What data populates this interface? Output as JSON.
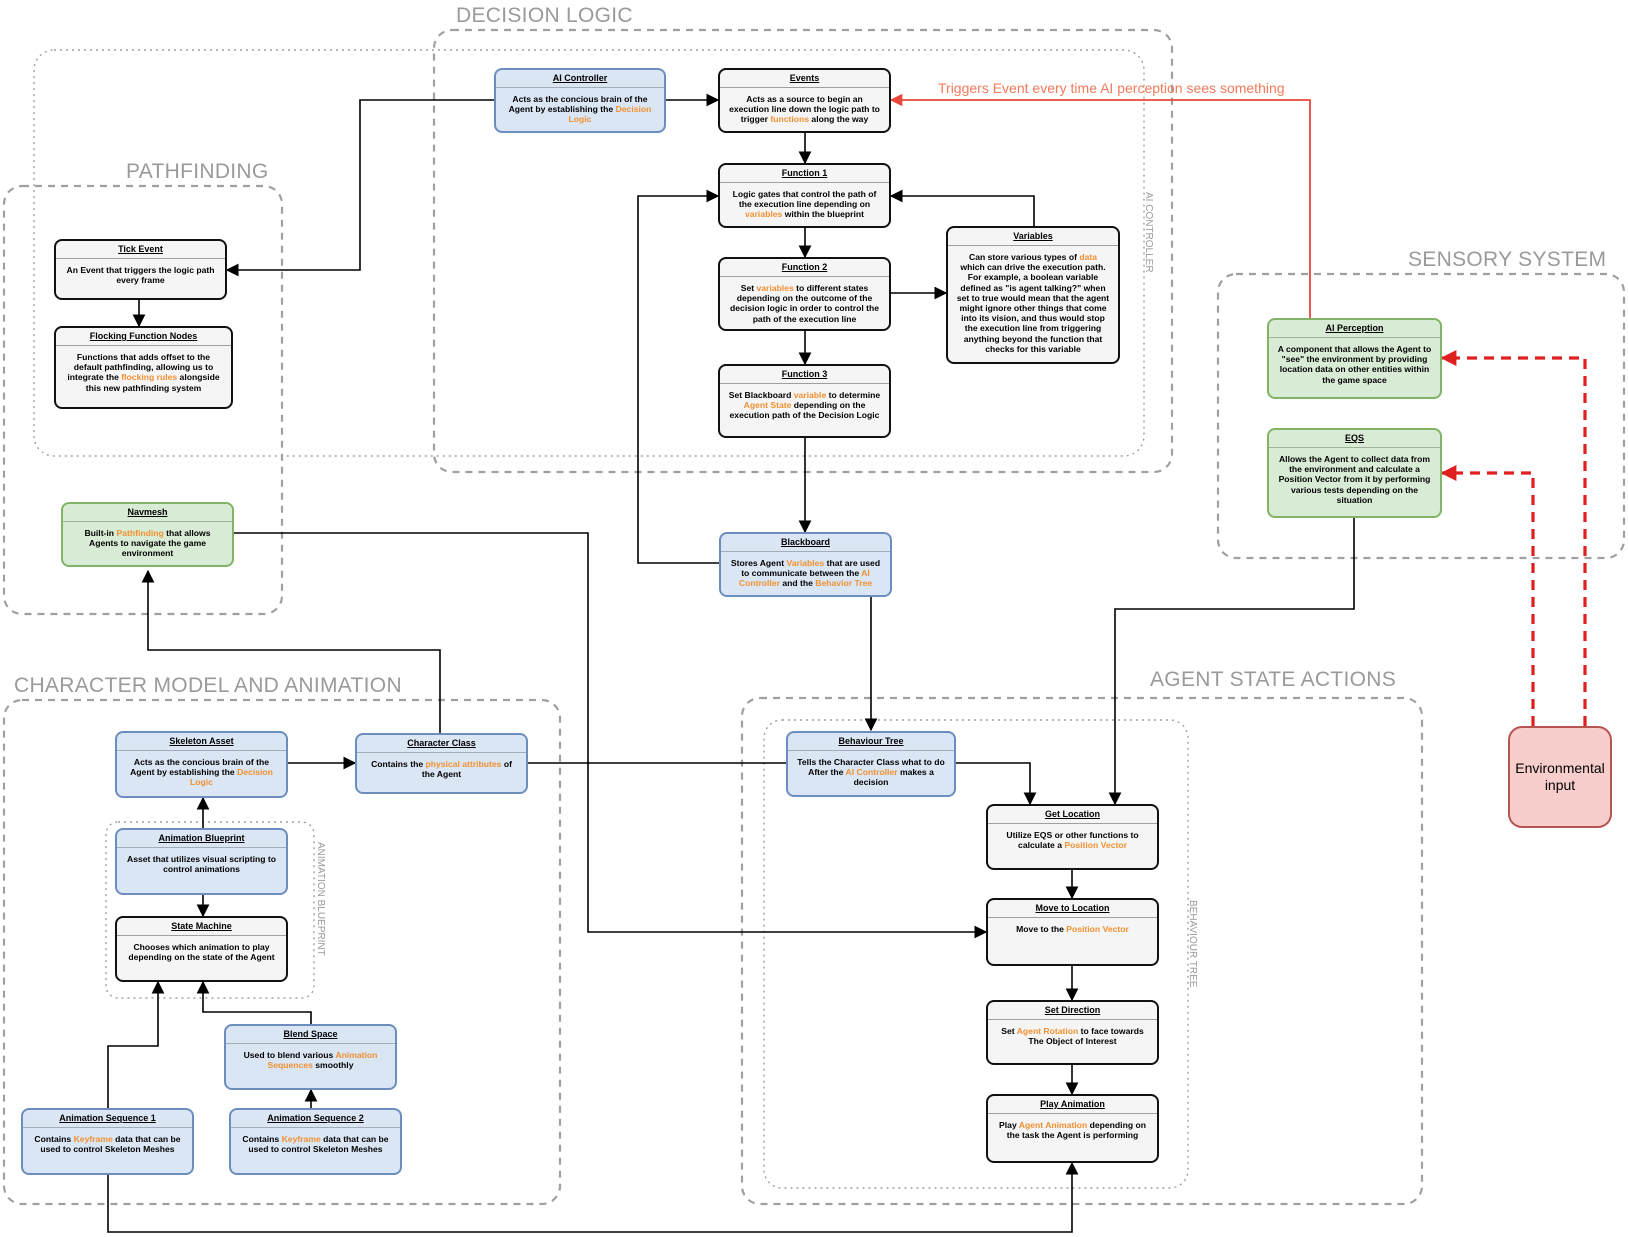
{
  "groups": {
    "decision_logic": "DECISION LOGIC",
    "pathfinding": "PATHFINDING",
    "sensory_system": "SENSORY SYSTEM",
    "character_model": "CHARACTER MODEL AND ANIMATION",
    "agent_state_actions": "AGENT STATE ACTIONS"
  },
  "subgroups": {
    "ai_controller": "AI CONTROLLER",
    "animation_blueprint": "ANIMATION BLUEPRINT",
    "behaviour_tree": "BEHAVIOUR TREE"
  },
  "edge_labels": {
    "perception_trigger": "Triggers Event every time AI perception sees something"
  },
  "nodes": [
    {
      "id": "ai_controller",
      "style": "blue",
      "title": "AI Controller",
      "body": [
        [
          "Acts as the concious brain of the Agent by establishing the ",
          false
        ],
        [
          "Decision Logic",
          true
        ]
      ]
    },
    {
      "id": "events",
      "style": "plain",
      "title": "Events",
      "body": [
        [
          "Acts as a source to begin an execution line down the logic path to trigger ",
          false
        ],
        [
          "functions",
          true
        ],
        [
          " along the way",
          false
        ]
      ]
    },
    {
      "id": "function1",
      "style": "plain",
      "title": "Function 1",
      "body": [
        [
          "Logic gates that control the path of the execution line depending on ",
          false
        ],
        [
          "variables",
          true
        ],
        [
          " within the blueprint",
          false
        ]
      ]
    },
    {
      "id": "variables",
      "style": "plain",
      "title": "Variables",
      "body": [
        [
          "Can store various types of ",
          false
        ],
        [
          "data",
          true
        ],
        [
          " which can drive the execution path. For example, a boolean variable defined as \"is agent talking?\" when set to true would mean that the agent might ignore other things that come into its vision, and thus would stop the execution line from triggering anything beyond the function that checks for this variable",
          false
        ]
      ]
    },
    {
      "id": "function2",
      "style": "plain",
      "title": "Function 2",
      "body": [
        [
          "Set ",
          false
        ],
        [
          "variables",
          true
        ],
        [
          " to different states depending on the outcome of the decision logic in order to control the path of the execution line",
          false
        ]
      ]
    },
    {
      "id": "function3",
      "style": "plain",
      "title": "Function 3",
      "body": [
        [
          "Set Blackboard ",
          false
        ],
        [
          "variable",
          true
        ],
        [
          " to determine ",
          false
        ],
        [
          "Agent State",
          true
        ],
        [
          " depending on the execution path of the Decision Logic",
          false
        ]
      ]
    },
    {
      "id": "blackboard",
      "style": "blue",
      "title": "Blackboard",
      "body": [
        [
          "Stores Agent ",
          false
        ],
        [
          "Variables",
          true
        ],
        [
          " that are used to communicate between the ",
          false
        ],
        [
          "AI Controller",
          true
        ],
        [
          " and the ",
          false
        ],
        [
          "Behavior Tree",
          true
        ]
      ]
    },
    {
      "id": "tick_event",
      "style": "plain",
      "title": "Tick Event",
      "body": [
        [
          "An Event that triggers the logic path every frame",
          false
        ]
      ]
    },
    {
      "id": "flocking",
      "style": "plain",
      "title": "Flocking Function Nodes",
      "body": [
        [
          "Functions that adds offset to the default pathfinding, allowing us to integrate the ",
          false
        ],
        [
          "flocking rules",
          true
        ],
        [
          " alongside this new pathfinding system",
          false
        ]
      ]
    },
    {
      "id": "navmesh",
      "style": "green",
      "title": "Navmesh",
      "body": [
        [
          "Built-in ",
          false
        ],
        [
          "Pathfinding",
          true
        ],
        [
          " that allows Agents to navigate the game environment",
          false
        ]
      ]
    },
    {
      "id": "ai_perception",
      "style": "green",
      "title": "AI Perception",
      "body": [
        [
          "A component that allows the Agent to \"see\" the environment by providing location data on other entities within the game space",
          false
        ]
      ]
    },
    {
      "id": "eqs",
      "style": "green",
      "title": "EQS",
      "body": [
        [
          "Allows the Agent to collect data from the environment and calculate a Position Vector from it by performing various tests depending on the situation",
          false
        ]
      ]
    },
    {
      "id": "skeleton_asset",
      "style": "blue",
      "title": "Skeleton Asset",
      "body": [
        [
          "Acts as the concious brain of the Agent by establishing the ",
          false
        ],
        [
          "Decision Logic",
          true
        ]
      ]
    },
    {
      "id": "character_class",
      "style": "blue",
      "title": "Character Class",
      "body": [
        [
          "Contains the ",
          false
        ],
        [
          "physical attributes",
          true
        ],
        [
          " of the Agent",
          false
        ]
      ]
    },
    {
      "id": "animation_blueprint",
      "style": "blue",
      "title": "Animation Blueprint",
      "body": [
        [
          "Asset that utilizes visual scripting to control animations",
          false
        ]
      ]
    },
    {
      "id": "state_machine",
      "style": "plain",
      "title": "State Machine",
      "body": [
        [
          "Chooses which animation to play depending on the state of the Agent",
          false
        ]
      ]
    },
    {
      "id": "blend_space",
      "style": "blue",
      "title": "Blend Space",
      "body": [
        [
          "Used to blend various ",
          false
        ],
        [
          "Animation Sequences",
          true
        ],
        [
          " smoothly",
          false
        ]
      ]
    },
    {
      "id": "anim_seq1",
      "style": "blue",
      "title": "Animation Sequence 1",
      "body": [
        [
          "Contains ",
          false
        ],
        [
          "Keyframe",
          true
        ],
        [
          " data that can be used to control Skeleton Meshes",
          false
        ]
      ]
    },
    {
      "id": "anim_seq2",
      "style": "blue",
      "title": "Animation Sequence 2",
      "body": [
        [
          "Contains ",
          false
        ],
        [
          "Keyframe",
          true
        ],
        [
          " data that can be used to control Skeleton Meshes",
          false
        ]
      ]
    },
    {
      "id": "behaviour_tree",
      "style": "blue",
      "title": "Behaviour Tree",
      "body": [
        [
          "Tells the Character Class what to do After the ",
          false
        ],
        [
          "AI Controller",
          true
        ],
        [
          " makes a decision",
          false
        ]
      ]
    },
    {
      "id": "get_location",
      "style": "plain",
      "title": "Get Location",
      "body": [
        [
          "Utilize EQS or other functions to calculate a ",
          false
        ],
        [
          "Position Vector",
          true
        ]
      ]
    },
    {
      "id": "move_to_location",
      "style": "plain",
      "title": "Move to Location",
      "body": [
        [
          "Move to the ",
          false
        ],
        [
          "Position Vector",
          true
        ]
      ]
    },
    {
      "id": "set_direction",
      "style": "plain",
      "title": "Set Direction",
      "body": [
        [
          "Set ",
          false
        ],
        [
          "Agent Rotation",
          true
        ],
        [
          " to face towards The Object of Interest",
          false
        ]
      ]
    },
    {
      "id": "play_animation",
      "style": "plain",
      "title": "Play Animation",
      "body": [
        [
          "Play ",
          false
        ],
        [
          "Agent Animation",
          true
        ],
        [
          " depending on the task the Agent is performing",
          false
        ]
      ]
    }
  ],
  "environmental_input": "Environmental input",
  "colors": {
    "plain_fill": "#f4f5f4",
    "blue_fill": "#dae6f4",
    "blue_stroke": "#6c8ebf",
    "green_fill": "#d8ebd4",
    "green_stroke": "#82b366",
    "highlight": "#f29031",
    "perception_edge": "#e8473c",
    "env_edge": "#e02020",
    "env_fill": "#f8cecc",
    "env_stroke": "#b85450"
  }
}
